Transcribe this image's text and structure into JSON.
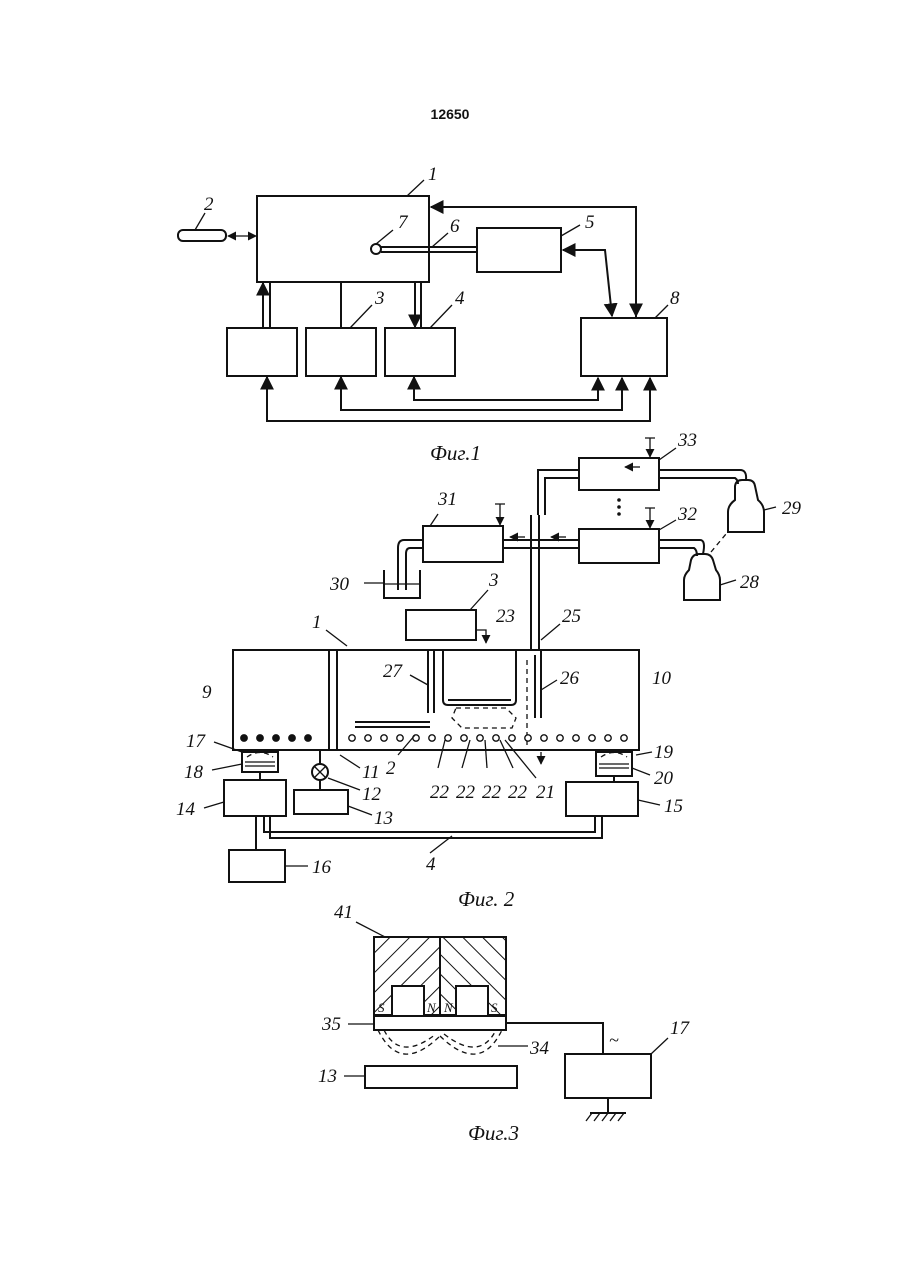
{
  "page_number": "12650",
  "figures": {
    "fig1": {
      "caption": "Фиг.1",
      "labels": [
        "1",
        "2",
        "3",
        "4",
        "5",
        "6",
        "7",
        "8"
      ]
    },
    "fig2": {
      "caption": "Фиг. 2",
      "labels": [
        "1",
        "2",
        "3",
        "4",
        "9",
        "10",
        "11",
        "12",
        "13",
        "14",
        "15",
        "16",
        "17",
        "18",
        "19",
        "20",
        "21",
        "22",
        "22",
        "22",
        "22",
        "23",
        "25",
        "26",
        "27",
        "28",
        "29",
        "30",
        "31",
        "32",
        "33"
      ]
    },
    "fig3": {
      "caption": "Фиг.3",
      "labels": [
        "41",
        "35",
        "34",
        "13",
        "17"
      ],
      "pole_letters": [
        "S",
        "N",
        "N",
        "S"
      ],
      "ac_symbol": "~"
    }
  }
}
